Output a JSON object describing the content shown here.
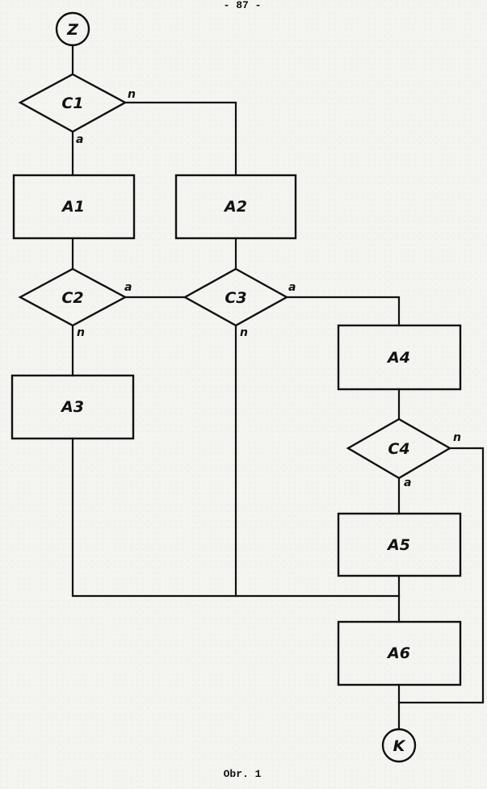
{
  "page_number": "- 87 -",
  "caption": "Obr. 1",
  "nodes": {
    "start": "Z",
    "c1": "C1",
    "a1": "A1",
    "a2": "A2",
    "c2": "C2",
    "c3": "C3",
    "a3": "A3",
    "a4": "A4",
    "c4": "C4",
    "a5": "A5",
    "a6": "A6",
    "end": "K"
  },
  "branch_labels": {
    "c1_yes": "a",
    "c1_no": "n",
    "c2_yes": "a",
    "c2_no": "n",
    "c3_yes": "a",
    "c3_no": "n",
    "c4_yes": "a",
    "c4_no": "n"
  }
}
